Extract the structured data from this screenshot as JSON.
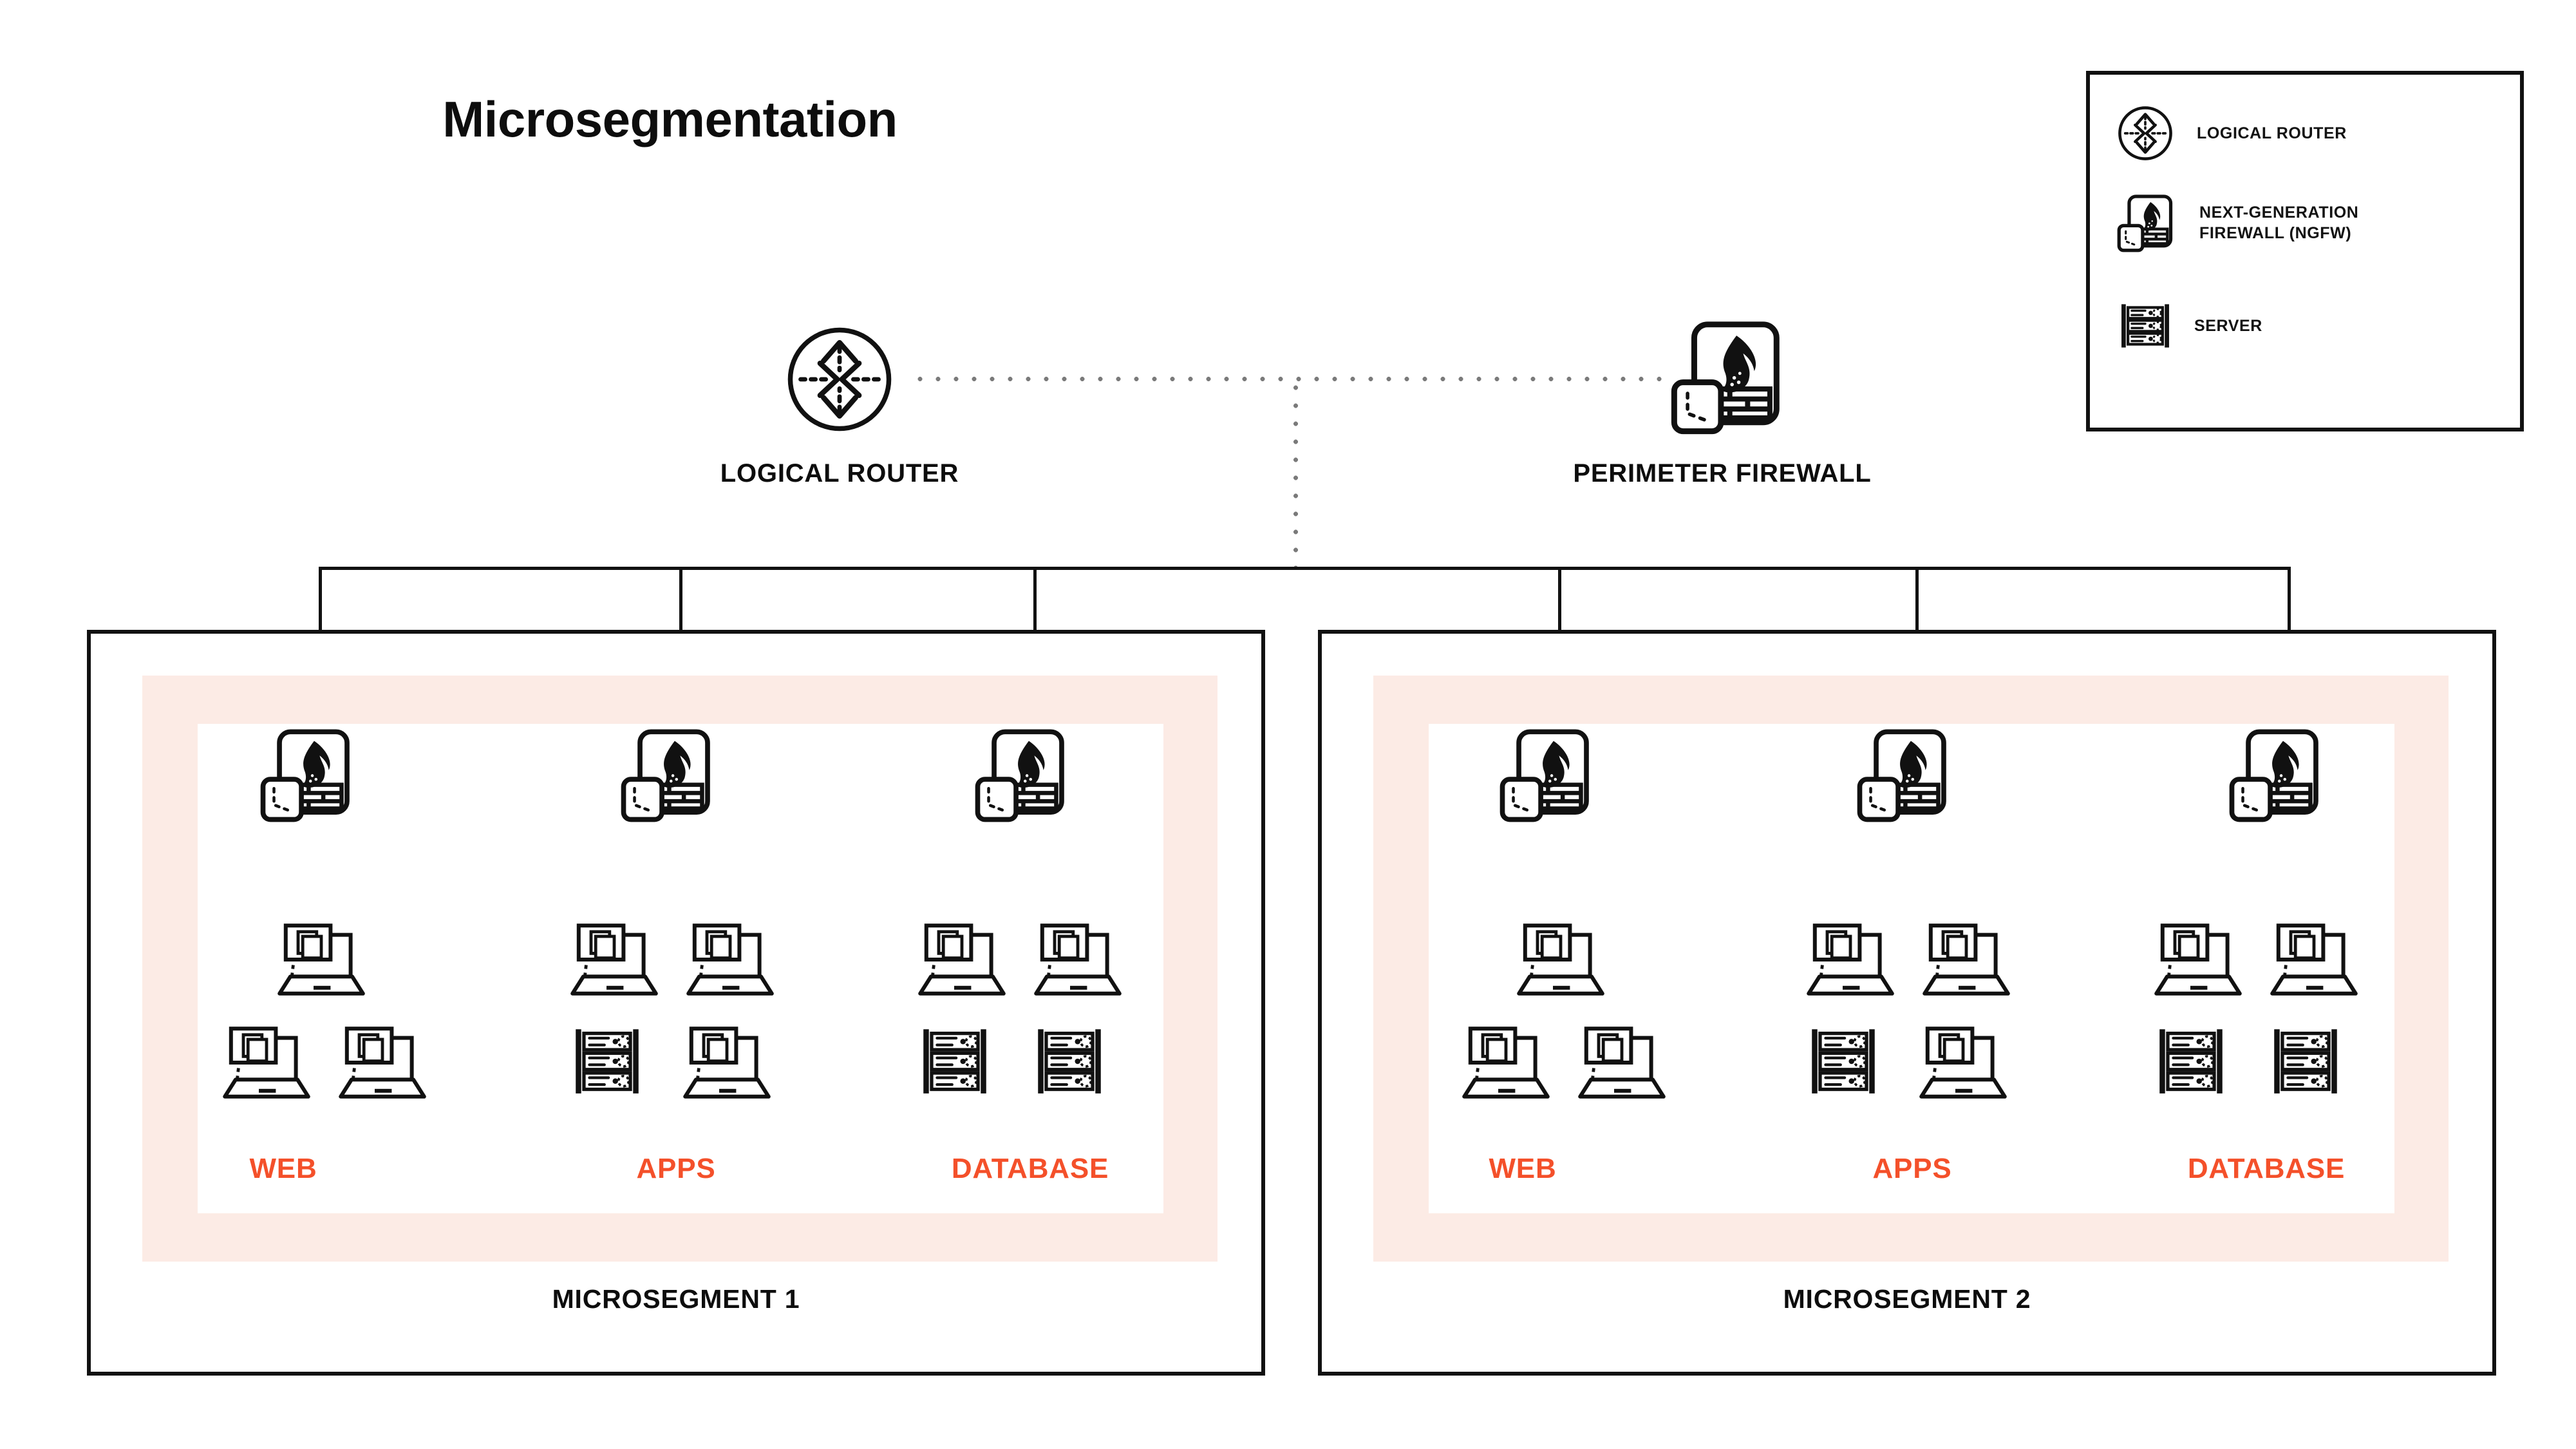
{
  "title": "Microsegmentation",
  "colors": {
    "accent_orange": "#F4502A",
    "segment_fill_pink": "#FCEBE5",
    "line_black": "#111111",
    "dotted_gray": "#7A7A7A",
    "background": "#FFFFFF"
  },
  "legend": {
    "items": [
      {
        "icon": "logical-router-icon",
        "label": "LOGICAL ROUTER"
      },
      {
        "icon": "next-generation-firewall-icon",
        "label": "NEXT-GENERATION\nFIREWALL (NGFW)"
      },
      {
        "icon": "server-icon",
        "label": "SERVER"
      }
    ]
  },
  "topology": {
    "router": {
      "icon": "logical-router-icon",
      "label": "LOGICAL ROUTER"
    },
    "perimeter_firewall": {
      "icon": "next-generation-firewall-icon",
      "label": "PERIMETER FIREWALL"
    }
  },
  "segments": [
    {
      "label": "MICROSEGMENT 1",
      "tiers": [
        {
          "label": "WEB",
          "firewall": "next-generation-firewall-icon",
          "top_row": [
            "vm-laptop-icon"
          ],
          "bottom_row": [
            "vm-laptop-icon",
            "vm-laptop-icon"
          ]
        },
        {
          "label": "APPS",
          "firewall": "next-generation-firewall-icon",
          "top_row": [
            "vm-laptop-icon",
            "vm-laptop-icon"
          ],
          "bottom_row": [
            "server-icon",
            "vm-laptop-icon"
          ]
        },
        {
          "label": "DATABASE",
          "firewall": "next-generation-firewall-icon",
          "top_row": [
            "vm-laptop-icon",
            "vm-laptop-icon"
          ],
          "bottom_row": [
            "server-icon",
            "server-icon"
          ]
        }
      ]
    },
    {
      "label": "MICROSEGMENT 2",
      "tiers": [
        {
          "label": "WEB",
          "firewall": "next-generation-firewall-icon",
          "top_row": [
            "vm-laptop-icon"
          ],
          "bottom_row": [
            "vm-laptop-icon",
            "vm-laptop-icon"
          ]
        },
        {
          "label": "APPS",
          "firewall": "next-generation-firewall-icon",
          "top_row": [
            "vm-laptop-icon",
            "vm-laptop-icon"
          ],
          "bottom_row": [
            "server-icon",
            "vm-laptop-icon"
          ]
        },
        {
          "label": "DATABASE",
          "firewall": "next-generation-firewall-icon",
          "top_row": [
            "vm-laptop-icon",
            "vm-laptop-icon"
          ],
          "bottom_row": [
            "server-icon",
            "server-icon"
          ]
        }
      ]
    }
  ]
}
